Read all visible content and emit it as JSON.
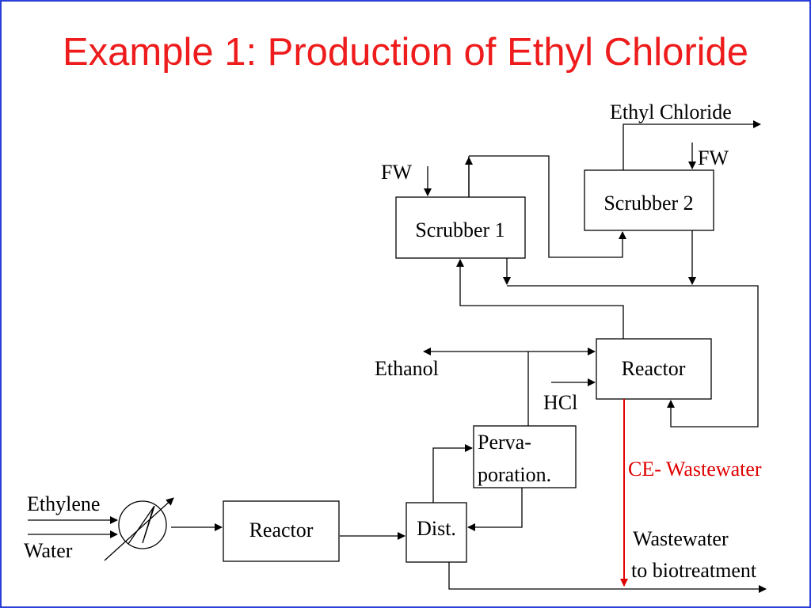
{
  "slide": {
    "title": "Example 1: Production of Ethyl Chloride"
  },
  "colors": {
    "title": "#ee1c1c",
    "border": "#2b3fd6",
    "wastewater_stream": "#e00000"
  },
  "units": {
    "scrubber_1": "Scrubber 1",
    "scrubber_2": "Scrubber 2",
    "reactor_top": "Reactor",
    "reactor_bottom": "Reactor",
    "distillation": "Dist.",
    "pervaporation_line1": "Perva-",
    "pervaporation_line2": "poration."
  },
  "streams": {
    "ethyl_chloride": "Ethyl Chloride",
    "fw_scrubber_1": "FW",
    "fw_scrubber_2": "FW",
    "ethanol": "Ethanol",
    "hcl": "HCl",
    "ce_wastewater": "CE- Wastewater",
    "ethylene": "Ethylene",
    "water": "Water",
    "wastewater_line1": "Wastewater",
    "wastewater_line2": "to biotreatment"
  },
  "icons": {
    "heat_exchanger": "heat-exchanger-icon"
  }
}
